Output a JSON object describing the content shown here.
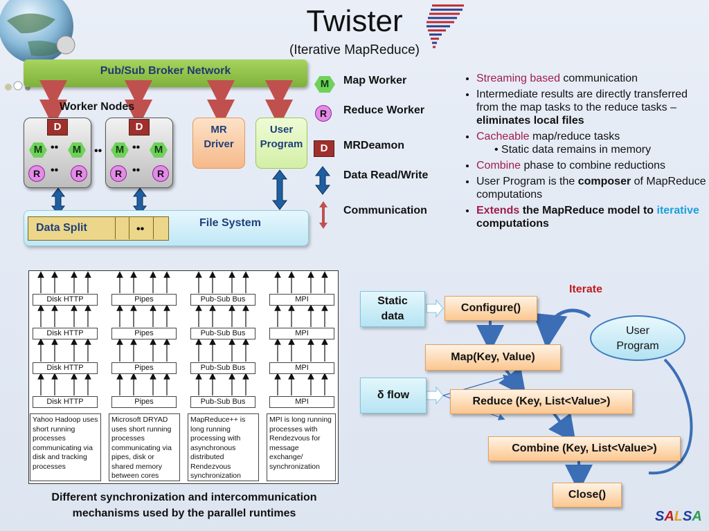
{
  "title": "Twister",
  "subtitle": "(Iterative MapReduce)",
  "architecture": {
    "broker": "Pub/Sub Broker Network",
    "worker_nodes_label": "Worker Nodes",
    "daemon_letter": "D",
    "map_letter": "M",
    "reduce_letter": "R",
    "dots": "••",
    "mr_driver": [
      "MR",
      "Driver"
    ],
    "user_program": [
      "User",
      "Program"
    ],
    "file_system": "File System",
    "data_split": "Data Split"
  },
  "legend": [
    {
      "label": "Map Worker",
      "icon": "map-worker-icon"
    },
    {
      "label": "Reduce Worker",
      "icon": "reduce-worker-icon"
    },
    {
      "label": "MRDeamon",
      "icon": "mrdaemon-icon"
    },
    {
      "label": "Data Read/Write",
      "icon": "double-arrow-blue-icon"
    },
    {
      "label": "Communication",
      "icon": "double-arrow-red-icon"
    }
  ],
  "bullets": {
    "b1_red": "Streaming based",
    "b1_rest": " communication",
    "b2_text": "Intermediate results are directly transferred from the map tasks to the reduce tasks – ",
    "b2_bold": "eliminates local files",
    "b3_red": "Cacheable",
    "b3_rest": " map/reduce tasks",
    "b3_sub": "• Static data remains in memory",
    "b4_red": "Combine",
    "b4_rest": " phase to combine reductions",
    "b5_text": "User Program is the ",
    "b5_bold": "composer",
    "b5_rest": " of MapReduce computations",
    "b6_red": "Extends",
    "b6_bold1": " the MapReduce model to ",
    "b6_blue": "iterative",
    "b6_bold2": " computations"
  },
  "runtimes": {
    "columns": [
      {
        "box": "Disk HTTP",
        "desc": "Yahoo Hadoop uses short running processes communicating via disk and tracking processes"
      },
      {
        "box": "Pipes",
        "desc": "Microsoft DRYAD uses short running processes communicating via pipes, disk or shared memory between cores"
      },
      {
        "box": "Pub-Sub Bus",
        "desc": "MapReduce++ is long running processing with asynchronous distributed Rendezvous synchronization"
      },
      {
        "box": "MPI",
        "desc": "MPI is long running processes with Rendezvous for message exchange/ synchronization"
      }
    ],
    "caption": [
      "Different synchronization and intercommunication",
      "mechanisms used by the parallel runtimes"
    ]
  },
  "flow": {
    "static_data": [
      "Static",
      "data"
    ],
    "delta_flow": "δ flow",
    "configure": "Configure()",
    "map": "Map(Key, Value)",
    "reduce": "Reduce (Key, List<Value>)",
    "combine": "Combine (Key, List<Value>)",
    "close": "Close()",
    "iterate": "Iterate",
    "user_program": [
      "User",
      "Program"
    ]
  },
  "footer": {
    "s1": "S",
    "a1": "A",
    "l": "L",
    "s2": "S",
    "a2": "A"
  },
  "colors": {
    "red_text": "#a01c4c",
    "blue_text": "#1aa0d8",
    "broker_green": "#8cc04a",
    "daemon_red": "#a0302c"
  }
}
